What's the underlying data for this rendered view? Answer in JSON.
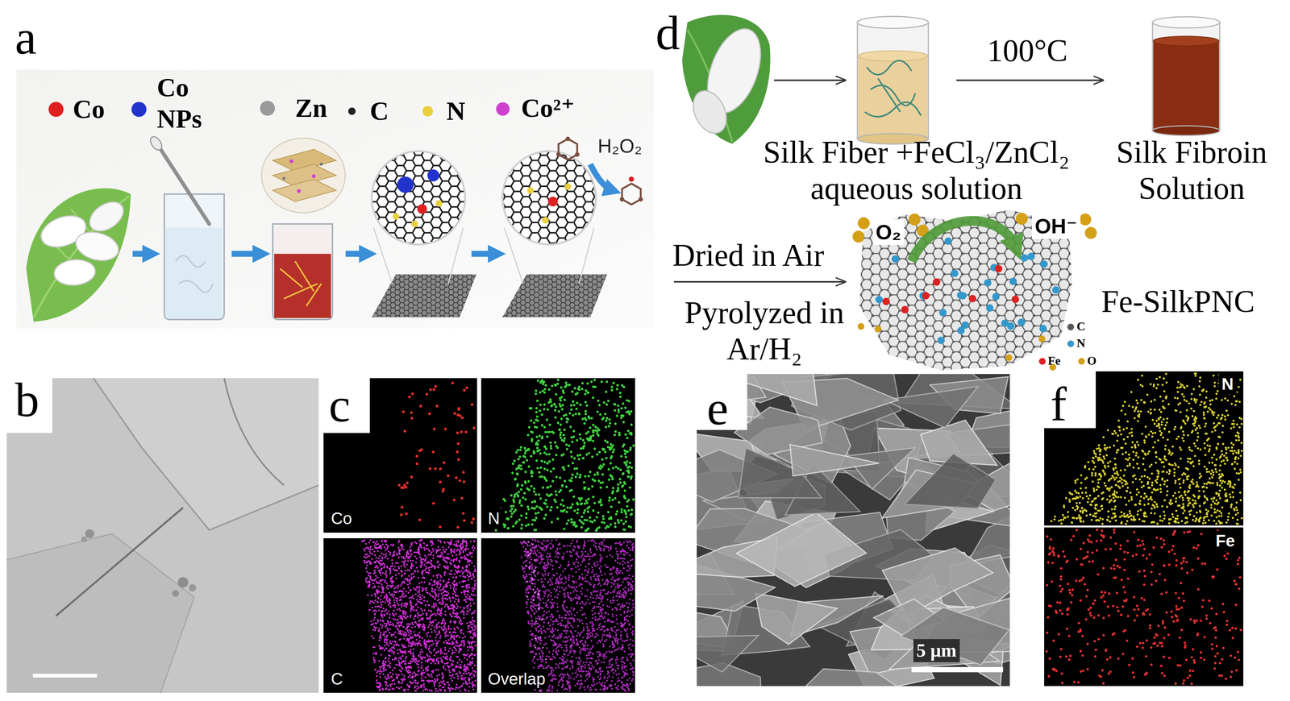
{
  "diagram": {
    "labels": [
      "a",
      "H₂O₂",
      "b",
      "c",
      "Co",
      "N",
      "C",
      "Overlap",
      "d",
      "100°C",
      "Silk Fiber +FeCl₃/ZnCl₂ aqueous solution",
      "Silk Fibroin Solution",
      "Dried in Air",
      "Pyrolyzed in Ar/H₂",
      "O₂",
      "OH⁻",
      "Fe-SilkPNC",
      "e",
      "5 μm",
      "f",
      "N",
      "Fe"
    ],
    "legend": [
      {
        "text": "Co",
        "color": "#e02020"
      },
      {
        "text": "Co NPs",
        "color": "#2233cc"
      },
      {
        "text": "Zn",
        "color": "#9a9a9a"
      },
      {
        "text": "C",
        "color": "#222222"
      },
      {
        "text": "N",
        "color": "#e8d040"
      },
      {
        "text": "Co²⁺",
        "color": "#d040d0"
      },
      {
        "text": "C",
        "color": "#555555"
      },
      {
        "text": "N",
        "color": "#3399cc"
      },
      {
        "text": "Fe",
        "color": "#dd2222"
      },
      {
        "text": "O",
        "color": "#d4a017"
      }
    ]
  }
}
